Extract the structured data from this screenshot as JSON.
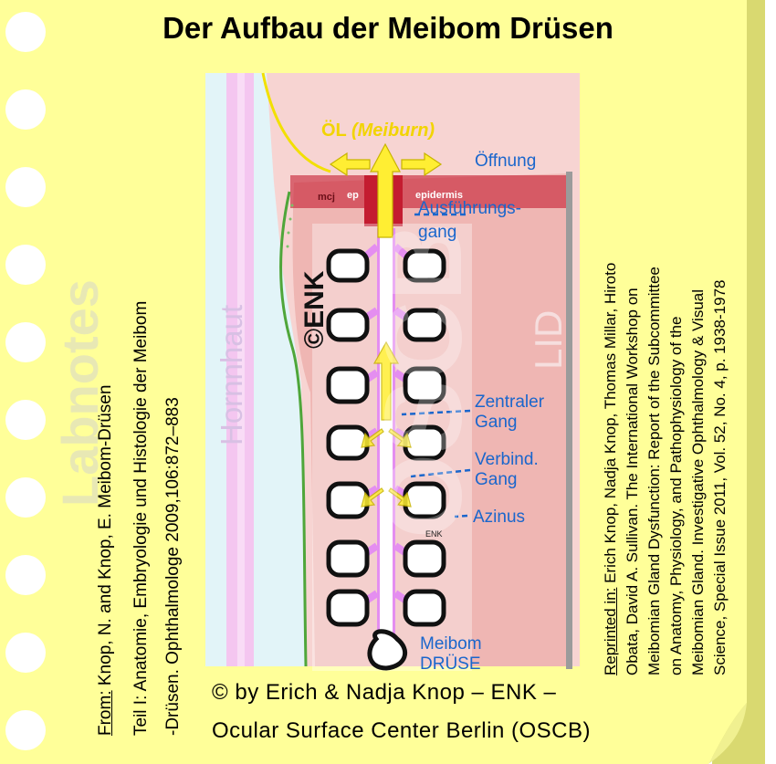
{
  "title": "Der Aufbau der Meibom Drüsen",
  "credit": {
    "line1": "© by Erich & Nadja Knop – ENK –",
    "line2": "Ocular Surface Center Berlin (OSCB)"
  },
  "source": {
    "label": "From:",
    "line1_rest": " Knop, N. and Knop, E. Meibom-Drüsen",
    "line2": "Teil I: Anatomie, Embryologie und  Histologie der Meibom",
    "line3": "-Drüsen. Ophthalmologe 2009,106:872–883"
  },
  "reference": {
    "label": "Reprinted in:",
    "line1_rest": "  Erich Knop, Nadja Knop, Thomas Millar, Hiroto",
    "line2": "Obata, David A. Sullivan. The International Workshop on",
    "line3": "Meibomian Gland Dysfunction:  Report of the Subcommittee",
    "line4": "on Anatomy, Physiology, and  Pathophysiology  of the",
    "line5": "Meibomian Gland. Investigative Ophthalmology  & Visual",
    "line6": "Science, Special Issue 2011, Vol. 52, No. 4, p. 1938-1978"
  },
  "watermarks": {
    "labnotes": "Labnotes",
    "oscb": "OSCB",
    "copyright": "©ENK",
    "enk_small": "ENK"
  },
  "tissue_labels": {
    "hornhaut": "Hornnhaut",
    "lid": "LID",
    "mcj": "mcj",
    "ep": "ep",
    "epidermis": "epidermis"
  },
  "labels": {
    "oel": "ÖL",
    "meiburn": "(Meiburn)",
    "oeffnung": "Öffnung",
    "ausfuehrungsgang_1": "Ausführungs-",
    "ausfuehrungsgang_2": "gang",
    "zentraler_1": "Zentraler",
    "zentraler_2": "Gang",
    "verbind_1": "Verbind.",
    "verbind_2": "Gang",
    "azinus": "Azinus",
    "meibom_1": "Meibom",
    "meibom_2": "DRÜSE"
  },
  "colors": {
    "note": "#ffff99",
    "note_shadow": "#d9d970",
    "hole": "#ffffff",
    "cornea_band": "#f4c6f0",
    "cornea_fill": "#e2f4f8",
    "lid_fill": "#efb6b3",
    "lid_dark": "#c41c30",
    "conj_line": "#4fa63a",
    "tear_line": "#f2e000",
    "label_blue": "#1a66cc",
    "oil_yellow": "#ffee33",
    "duct_purple": "#e48ef0"
  }
}
